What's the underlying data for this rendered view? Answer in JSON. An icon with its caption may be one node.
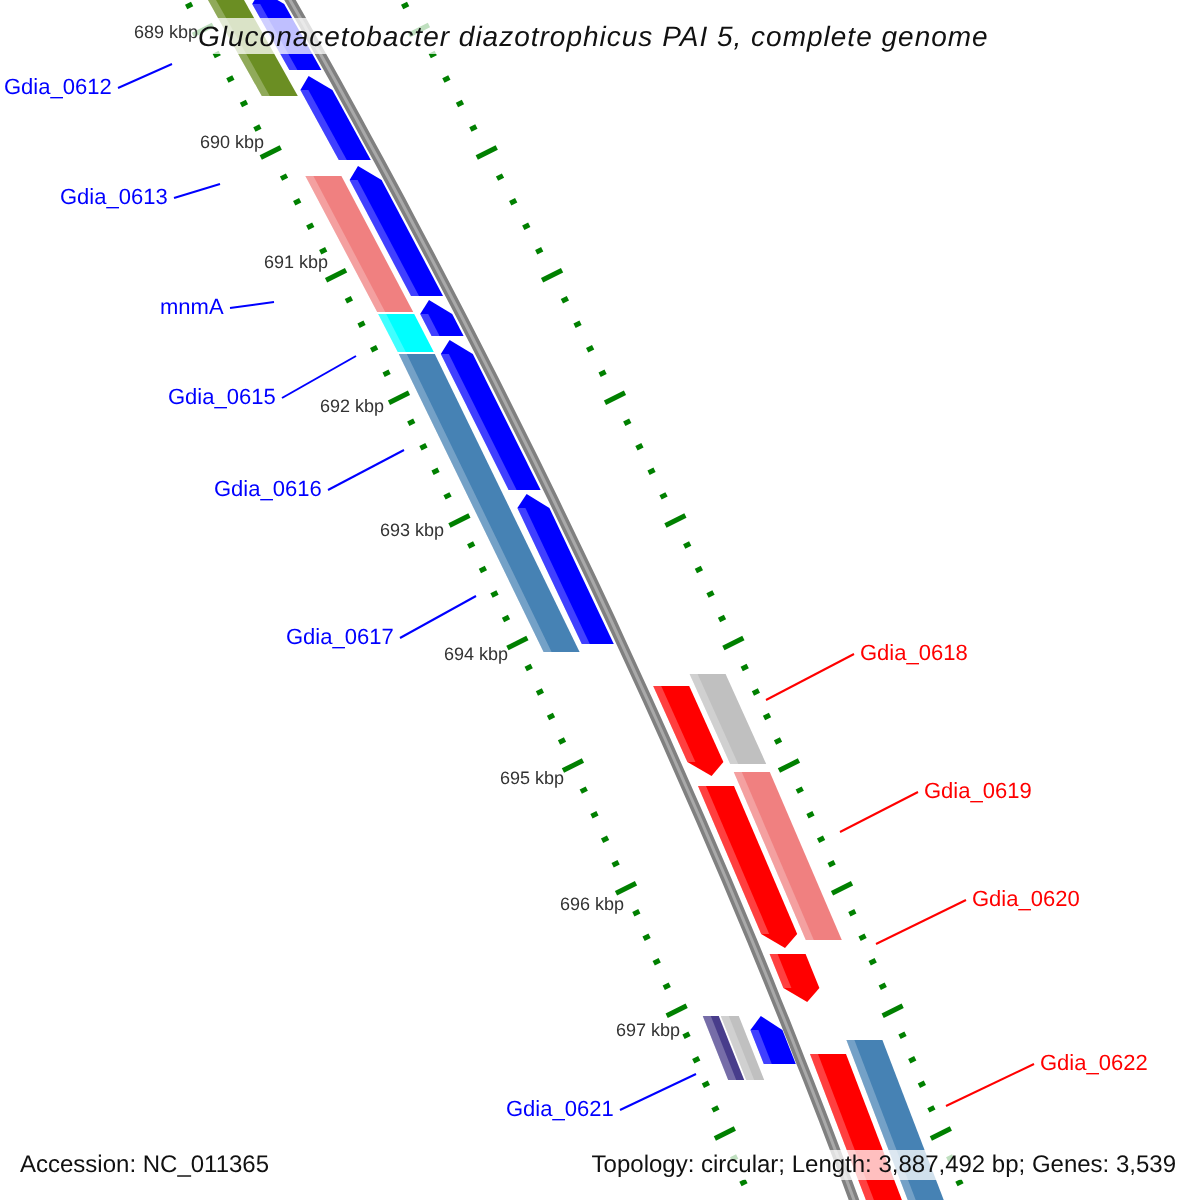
{
  "diagram": {
    "title": "Gluconacetobacter diazotrophicus PAI 5, complete genome",
    "nodes": [
      {
        "text": [
          "Gdia_0612"
        ]
      },
      {
        "text": [
          "Gdia_0613"
        ]
      },
      {
        "text": [
          "mnmA"
        ]
      },
      {
        "text": [
          "Gdia_0615"
        ]
      },
      {
        "text": [
          "Gdia_0616"
        ]
      },
      {
        "text": [
          "Gdia_0617"
        ]
      },
      {
        "text": [
          "Gdia_0618"
        ]
      },
      {
        "text": [
          "Gdia_0619"
        ]
      },
      {
        "text": [
          "Gdia_0620"
        ]
      },
      {
        "text": [
          "Gdia_0621"
        ]
      },
      {
        "text": [
          "Gdia_0622"
        ]
      }
    ],
    "edges": [
      {
        "from": 0,
        "to": null,
        "arrow": "none"
      },
      {
        "from": 1,
        "to": null,
        "arrow": "none"
      },
      {
        "from": 2,
        "to": null,
        "arrow": "none"
      },
      {
        "from": 3,
        "to": null,
        "arrow": "none"
      },
      {
        "from": 4,
        "to": null,
        "arrow": "none"
      },
      {
        "from": 5,
        "to": null,
        "arrow": "none"
      },
      {
        "from": 6,
        "to": null,
        "arrow": "none",
        "color": "#ff0000"
      },
      {
        "from": 7,
        "to": null,
        "arrow": "none",
        "color": "#ff0000"
      },
      {
        "from": 8,
        "to": null,
        "arrow": "none",
        "color": "#ff0000"
      },
      {
        "from": 9,
        "to": null,
        "arrow": "none"
      },
      {
        "from": 10,
        "to": null,
        "arrow": "none",
        "color": "#ff0000"
      }
    ],
    "labels": [
      "689 kbp",
      "690 kbp",
      "691 kbp",
      "692 kbp",
      "693 kbp",
      "694 kbp",
      "695 kbp",
      "696 kbp",
      "697 kbp",
      "Accession: NC_011365",
      "Topology: circular; Length: 3,887,492 bp; Genes: 3,539"
    ]
  }
}
